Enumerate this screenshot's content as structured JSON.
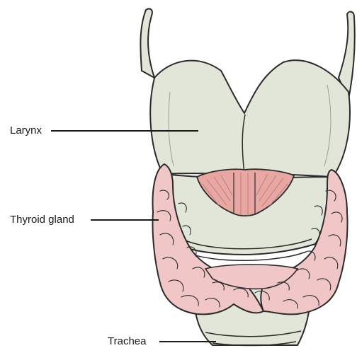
{
  "labels": {
    "larynx": "Larynx",
    "thyroid": "Thyroid gland",
    "trachea": "Trachea"
  },
  "colors": {
    "cartilage_fill": "#e2e6d9",
    "cartilage_stroke": "#2b2b2b",
    "gland_fill": "#f1c6c6",
    "muscle_fill": "#e9a7a3",
    "leader_line": "#1a1a1a"
  }
}
